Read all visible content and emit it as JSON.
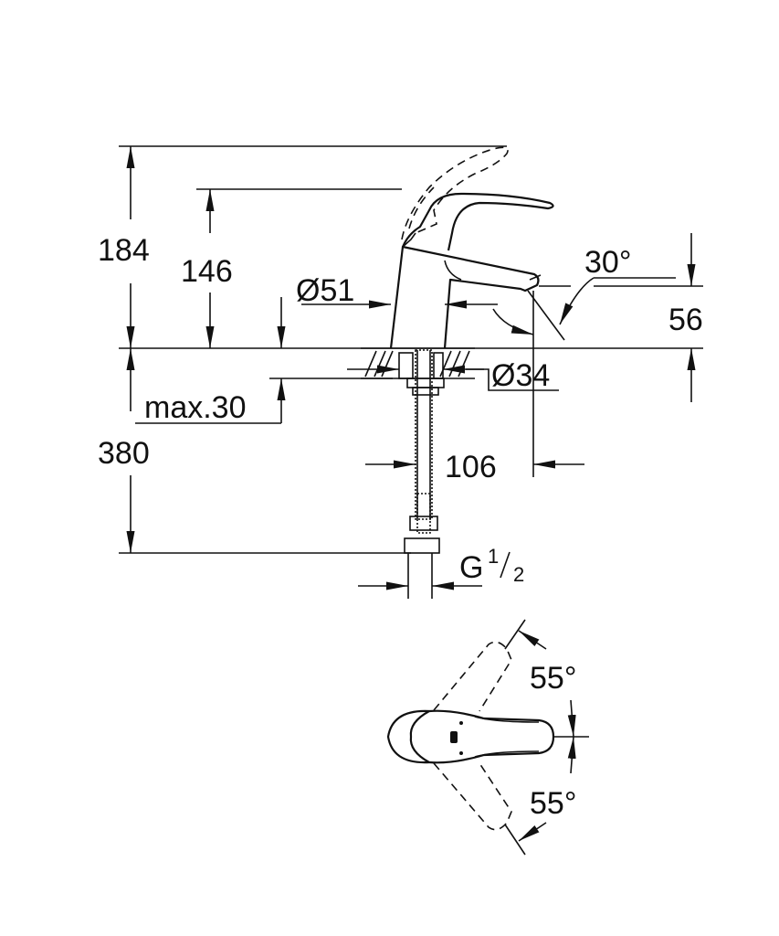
{
  "title": "Single-lever basin mixer dimension drawing",
  "dimensions": {
    "overall_height": "184",
    "spout_height": "146",
    "body_diameter": "Ø51",
    "spout_angle": "30°",
    "outlet_height": "56",
    "shank_diameter": "Ø34",
    "max_deck_thickness": "max.30",
    "hose_length": "380",
    "projection": "106",
    "connection_main": "G",
    "connection_num": "1",
    "connection_den": "2",
    "lever_angle_up": "55°",
    "lever_angle_down": "55°"
  },
  "colors": {
    "line": "#111111",
    "background": "#ffffff"
  }
}
